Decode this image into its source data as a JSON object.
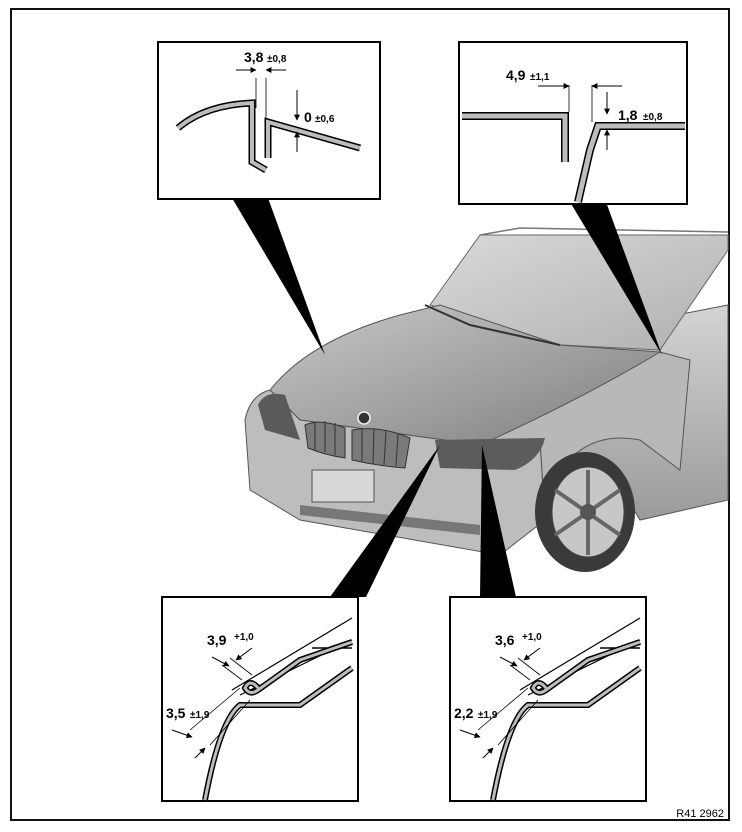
{
  "callouts": {
    "top_left": {
      "value": "3,8",
      "tolerance": "±0,8",
      "value2": "0",
      "tolerance2": "±0,6"
    },
    "top_right": {
      "value": "4,9",
      "tolerance": "±1,1",
      "value2": "1,8",
      "tolerance2": "±0,8"
    },
    "bottom_left": {
      "value": "3,9",
      "tolerance": "+1,0",
      "value2": "3,5",
      "tolerance2": "±1,9"
    },
    "bottom_right": {
      "value": "3,6",
      "tolerance": "+1,0",
      "value2": "2,2",
      "tolerance2": "±1,9"
    }
  },
  "reference_code": "R41 2962",
  "colors": {
    "car_body": "#a9a9a9",
    "car_shadow": "#6f6f6f",
    "line": "#000000"
  }
}
